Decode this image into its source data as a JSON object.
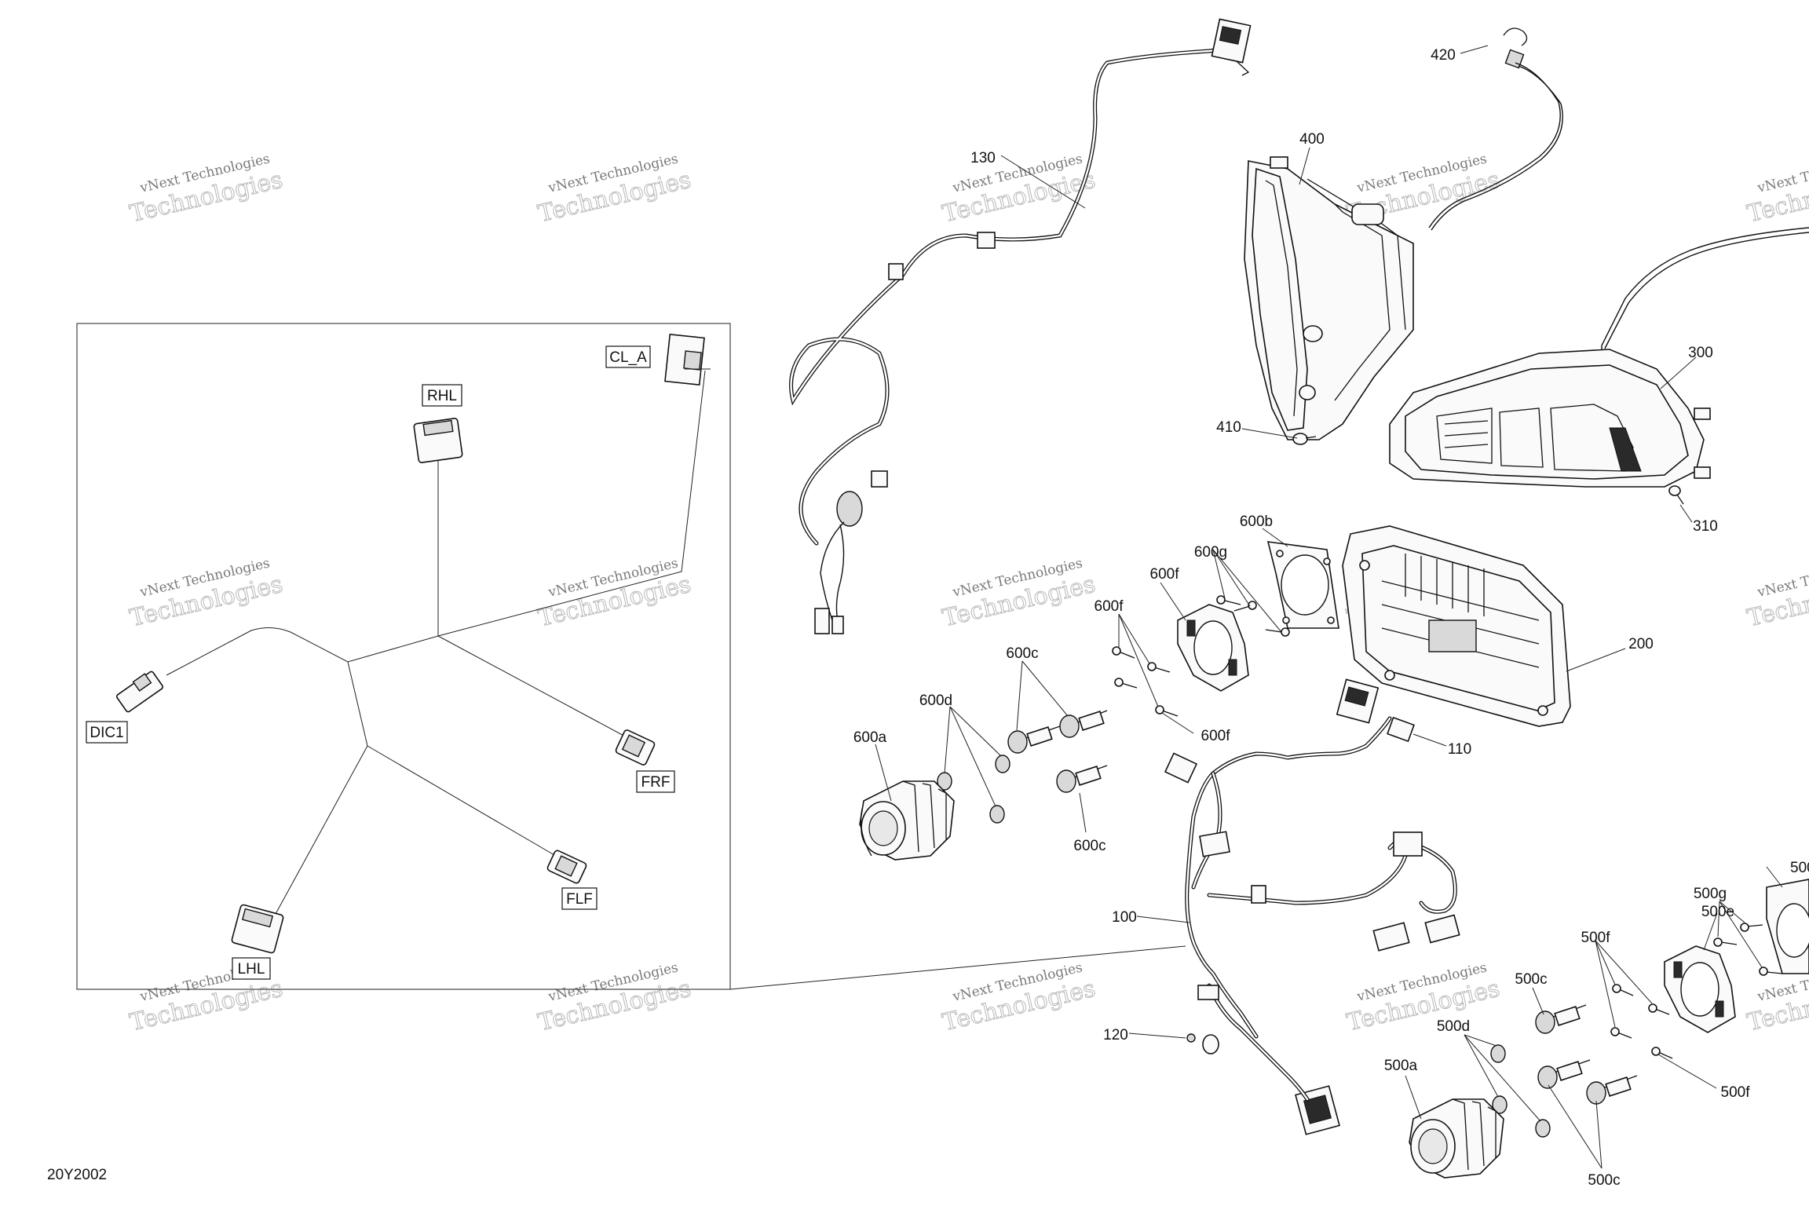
{
  "figure_code": "20Y2002",
  "watermark": {
    "line1": "vNext Technologies",
    "line2": "Technologies"
  },
  "inset_labels": {
    "cl_a": "CL_A",
    "rhl": "RHL",
    "dic1": "DIC1",
    "frf": "FRF",
    "flf": "FLF",
    "lhl": "LHL"
  },
  "callouts": {
    "c130": "130",
    "c420": "420",
    "c400": "400",
    "c410": "410",
    "c300": "300",
    "c310": "310",
    "c600b": "600b",
    "c600g": "600g",
    "c600f_a": "600f",
    "c600f_b": "600f",
    "c600f_c": "600f",
    "c600c_a": "600c",
    "c600c_b": "600c",
    "c600d": "600d",
    "c600a": "600a",
    "c200": "200",
    "c110": "110",
    "c100": "100",
    "c120": "120",
    "c500_cut": "500",
    "c500e": "500e",
    "c500g": "500g",
    "c500f_a": "500f",
    "c500f_b": "500f",
    "c500c_a": "500c",
    "c500c_b": "500c",
    "c500d": "500d",
    "c500a": "500a"
  }
}
